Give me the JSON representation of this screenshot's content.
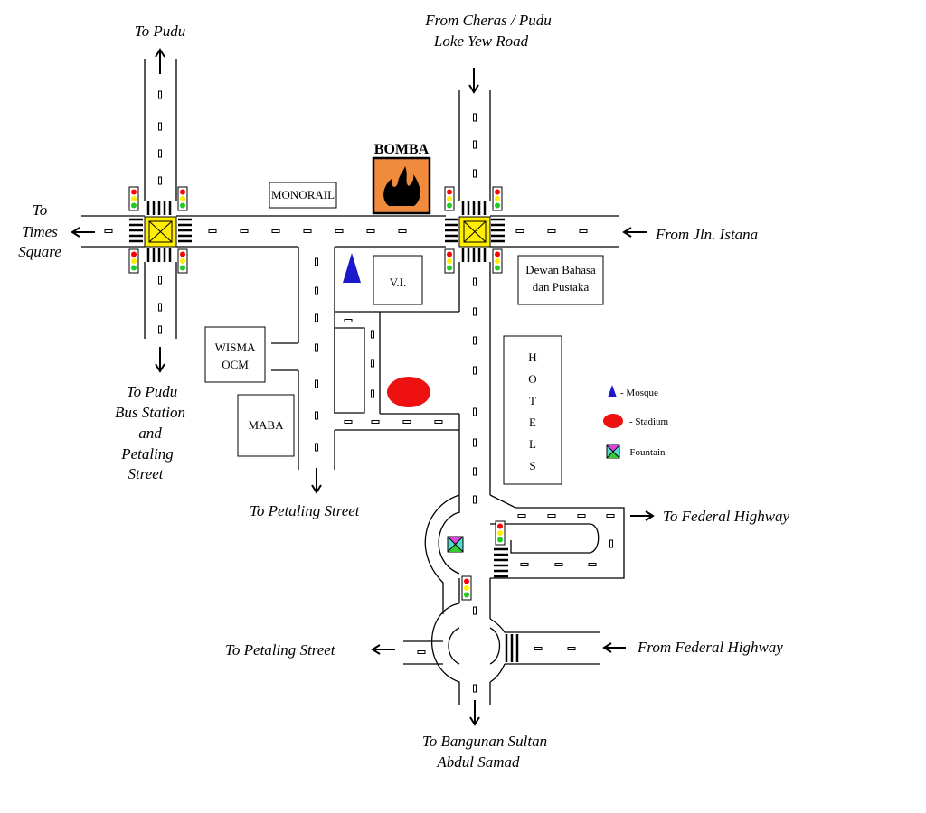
{
  "labels": {
    "to_pudu": "To Pudu",
    "from_cheras_1": "From Cheras / Pudu",
    "from_cheras_2": "Loke Yew Road",
    "to_times_1": "To",
    "to_times_2": "Times",
    "to_times_3": "Square",
    "from_istana": "From Jln. Istana",
    "to_pudu_bus_1": "To Pudu",
    "to_pudu_bus_2": "Bus Station",
    "to_pudu_bus_3": "and",
    "to_pudu_bus_4": "Petaling",
    "to_pudu_bus_5": "Street",
    "to_petaling_1": "To Petaling Street",
    "to_federal": "To Federal Highway",
    "to_petaling_2": "To Petaling Street",
    "from_federal": "From Federal Highway",
    "to_bangunan_1": "To Bangunan Sultan",
    "to_bangunan_2": "Abdul Samad"
  },
  "buildings": {
    "bomba": "BOMBA",
    "monorail": "MONORAIL",
    "vi": "V.I.",
    "dewan_1": "Dewan Bahasa",
    "dewan_2": "dan Pustaka",
    "wisma_1": "WISMA",
    "wisma_2": "OCM",
    "maba": "MABA",
    "hotels": [
      "H",
      "O",
      "T",
      "E",
      "L",
      "S"
    ]
  },
  "legend": {
    "mosque": "- Mosque",
    "stadium": "- Stadium",
    "fountain": "- Fountain"
  },
  "colors": {
    "mosque": "#1a1acc",
    "stadium": "#ee1111",
    "bomba_bg": "#f08a3c",
    "junction": "#ffee00",
    "light_red": "#ff0000",
    "light_yellow": "#ffee00",
    "light_green": "#22cc22"
  }
}
